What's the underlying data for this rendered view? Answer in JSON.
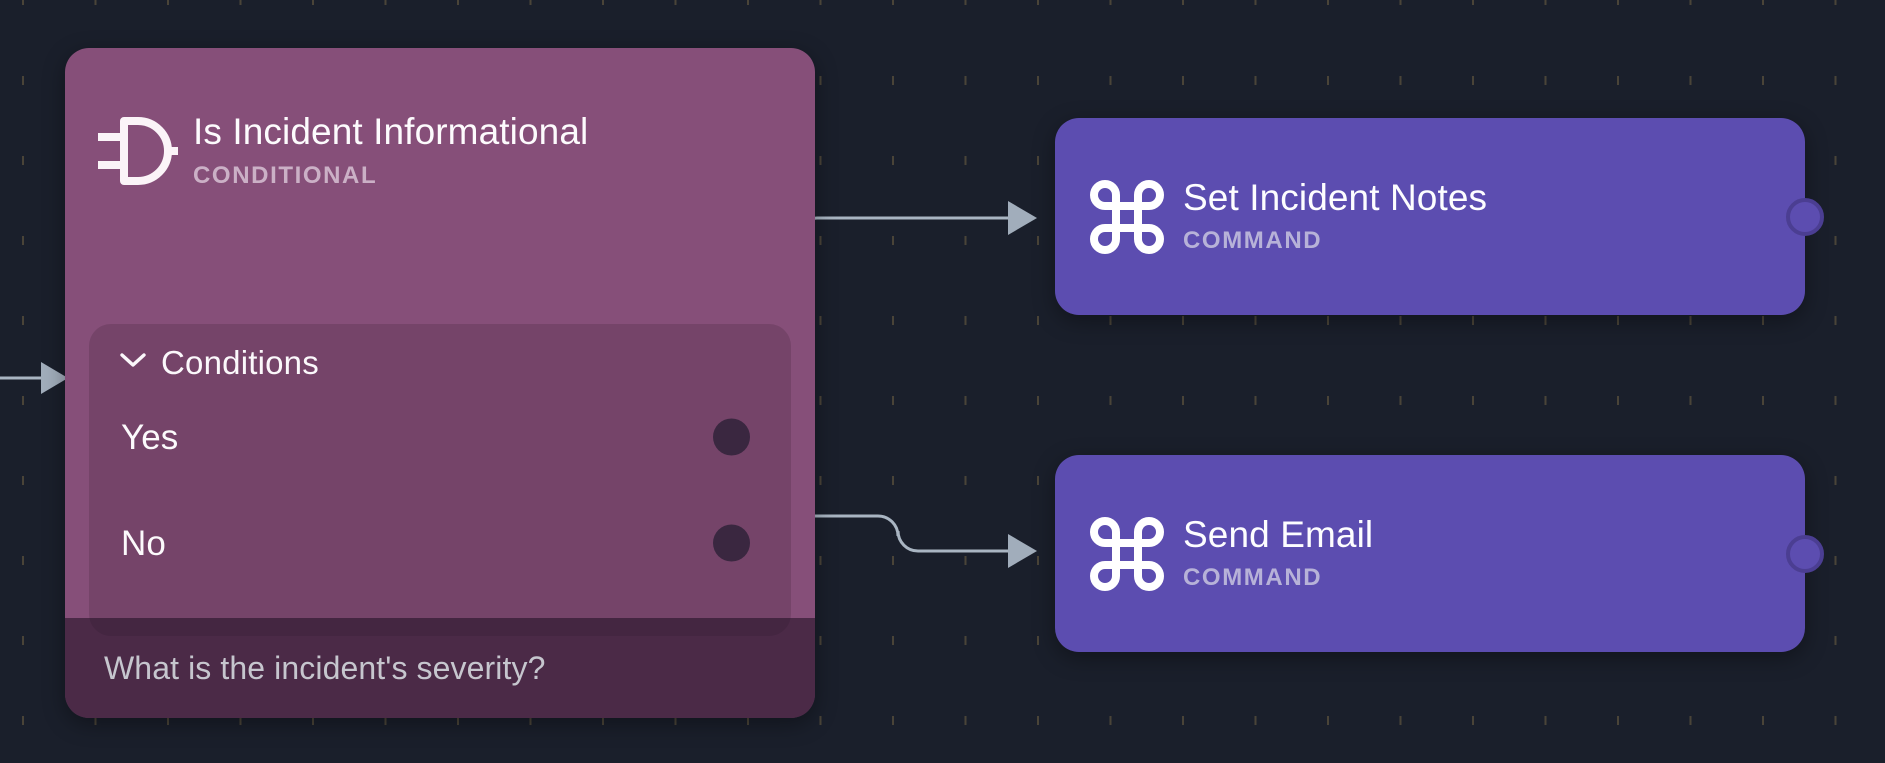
{
  "canvas": {
    "background_color": "#1a1f2b",
    "grid_dot_color": "#4a4438",
    "edge_color": "#a9b5c2"
  },
  "conditional_node": {
    "title": "Is Incident Informational",
    "type_label": "CONDITIONAL",
    "icon": "logic-gate-icon",
    "accent_color": "#864f79",
    "conditions_panel": {
      "header_label": "Conditions",
      "header_icon": "chevron-down-icon",
      "expanded": true,
      "rows": [
        {
          "label": "Yes",
          "port": "output-port-yes"
        },
        {
          "label": "No",
          "port": "output-port-no"
        }
      ],
      "port_color": "#3a2740"
    },
    "footer_text": "What is the incident's severity?"
  },
  "command_nodes": [
    {
      "title": "Set Incident Notes",
      "type_label": "COMMAND",
      "icon": "command-key-icon",
      "accent_color": "#5c4db0",
      "output_port": "output-port"
    },
    {
      "title": "Send Email",
      "type_label": "COMMAND",
      "icon": "command-key-icon",
      "accent_color": "#5c4db0",
      "output_port": "output-port"
    }
  ],
  "edges": [
    {
      "from": "output-port-yes",
      "to": "Set Incident Notes"
    },
    {
      "from": "output-port-no",
      "to": "Send Email"
    },
    {
      "from": "canvas-left",
      "to": "Is Incident Informational"
    }
  ]
}
